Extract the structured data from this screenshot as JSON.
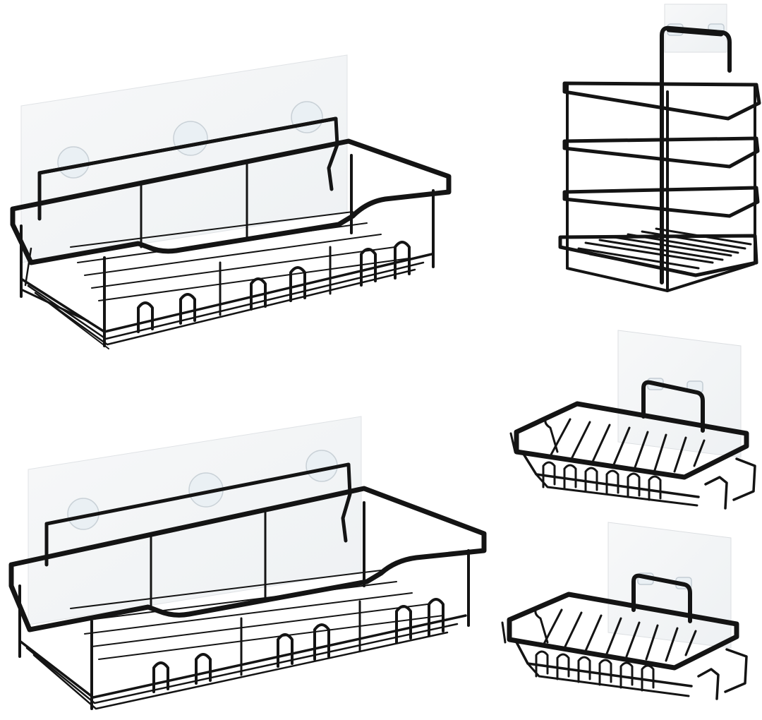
{
  "image": {
    "background_color": "#ffffff",
    "items": [
      {
        "kind": "shower-caddy",
        "count": 2
      },
      {
        "kind": "tall-holder",
        "count": 1
      },
      {
        "kind": "soap-dish",
        "count": 2
      }
    ],
    "colors": {
      "metal": "#141414",
      "adhesive_pad": "#f4f6f7",
      "pad_edge": "#dcdfe2",
      "hook_clear": "#e9eef2"
    }
  }
}
